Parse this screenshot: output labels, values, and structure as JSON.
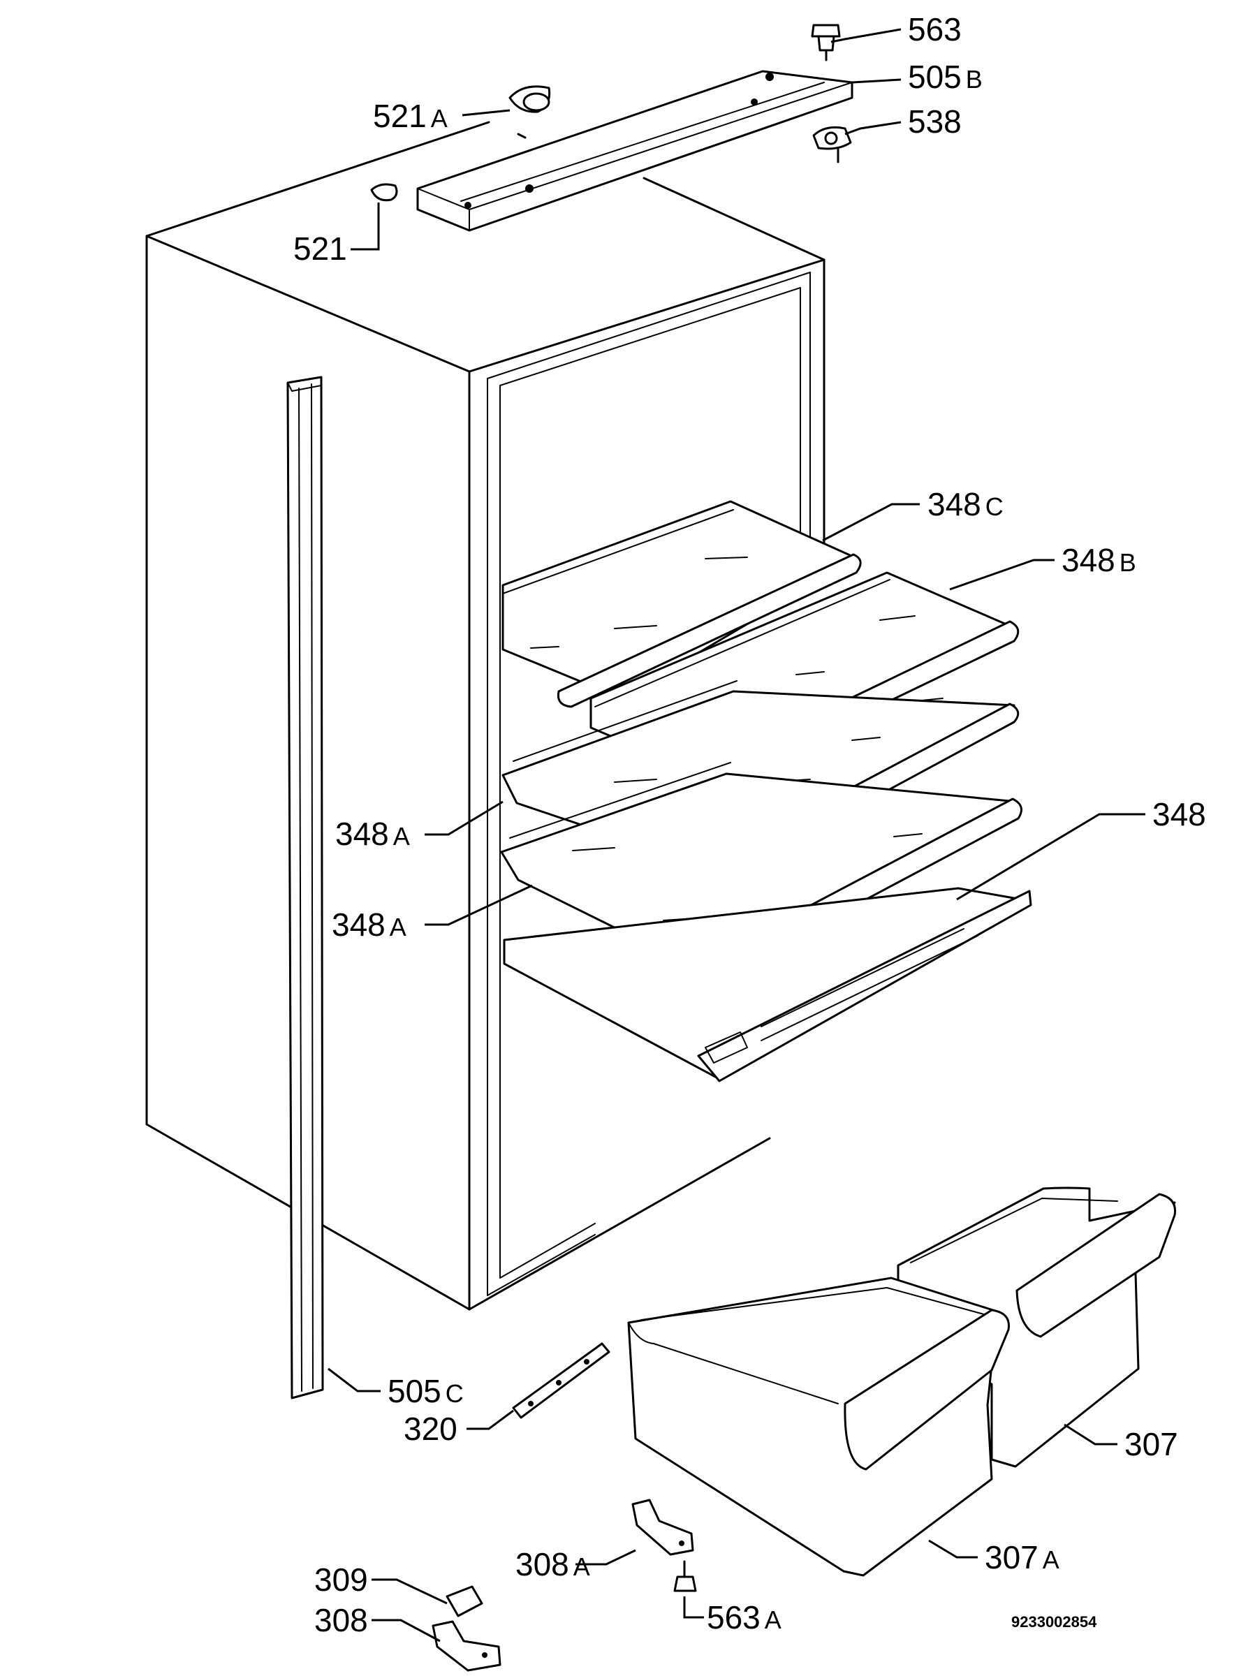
{
  "labels": {
    "p563": {
      "num": "563",
      "suffix": ""
    },
    "p505B": {
      "num": "505",
      "suffix": "B"
    },
    "p521A": {
      "num": "521",
      "suffix": "A"
    },
    "p538": {
      "num": "538",
      "suffix": ""
    },
    "p521": {
      "num": "521",
      "suffix": ""
    },
    "p348C": {
      "num": "348",
      "suffix": "C"
    },
    "p348B": {
      "num": "348",
      "suffix": "B"
    },
    "p348": {
      "num": "348",
      "suffix": ""
    },
    "p348A_1": {
      "num": "348",
      "suffix": "A"
    },
    "p348A_2": {
      "num": "348",
      "suffix": "A"
    },
    "p505C": {
      "num": "505",
      "suffix": "C"
    },
    "p320": {
      "num": "320",
      "suffix": ""
    },
    "p307": {
      "num": "307",
      "suffix": ""
    },
    "p307A": {
      "num": "307",
      "suffix": "A"
    },
    "p308A": {
      "num": "308",
      "suffix": "A"
    },
    "p563A": {
      "num": "563",
      "suffix": "A"
    },
    "p309": {
      "num": "309",
      "suffix": ""
    },
    "p308": {
      "num": "308",
      "suffix": ""
    }
  },
  "drawing_code": "9233002854"
}
